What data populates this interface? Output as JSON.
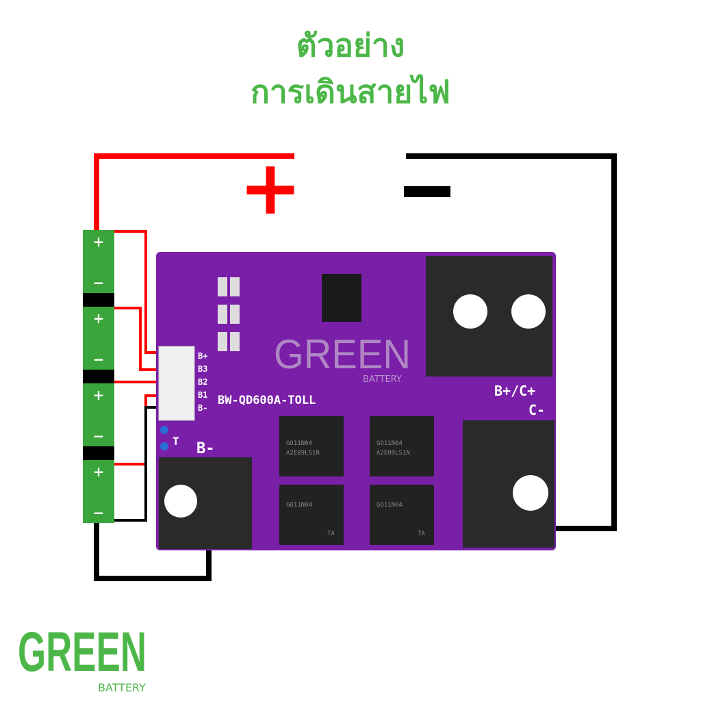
{
  "title": {
    "line1": "ตัวอย่าง",
    "line2": "การเดินสายไฟ"
  },
  "polarity": {
    "positive": "+",
    "negative": "−"
  },
  "battery_cells": [
    {
      "plus": "+",
      "minus": "−"
    },
    {
      "plus": "+",
      "minus": "−"
    },
    {
      "plus": "+",
      "minus": "−"
    },
    {
      "plus": "+",
      "minus": "−"
    }
  ],
  "board": {
    "model": "BW-QD600A-TOLL",
    "connector_pins": [
      "B+",
      "B3",
      "B2",
      "B1",
      "B-"
    ],
    "thermistor_label": "T",
    "b_minus_pad": "B-",
    "b_plus_c_plus": "B+/C+",
    "c_minus": "C-",
    "mosfet_lines": [
      "GO11N04",
      "A2E09LS1N",
      "TA"
    ]
  },
  "logo": {
    "brand": "GREEN",
    "sub": "BATTERY"
  },
  "colors": {
    "green": "#4cb748",
    "purple": "#7a1fa8",
    "wire_positive": "#ff0000",
    "wire_negative": "#000000",
    "battery": "#3aa53a"
  }
}
